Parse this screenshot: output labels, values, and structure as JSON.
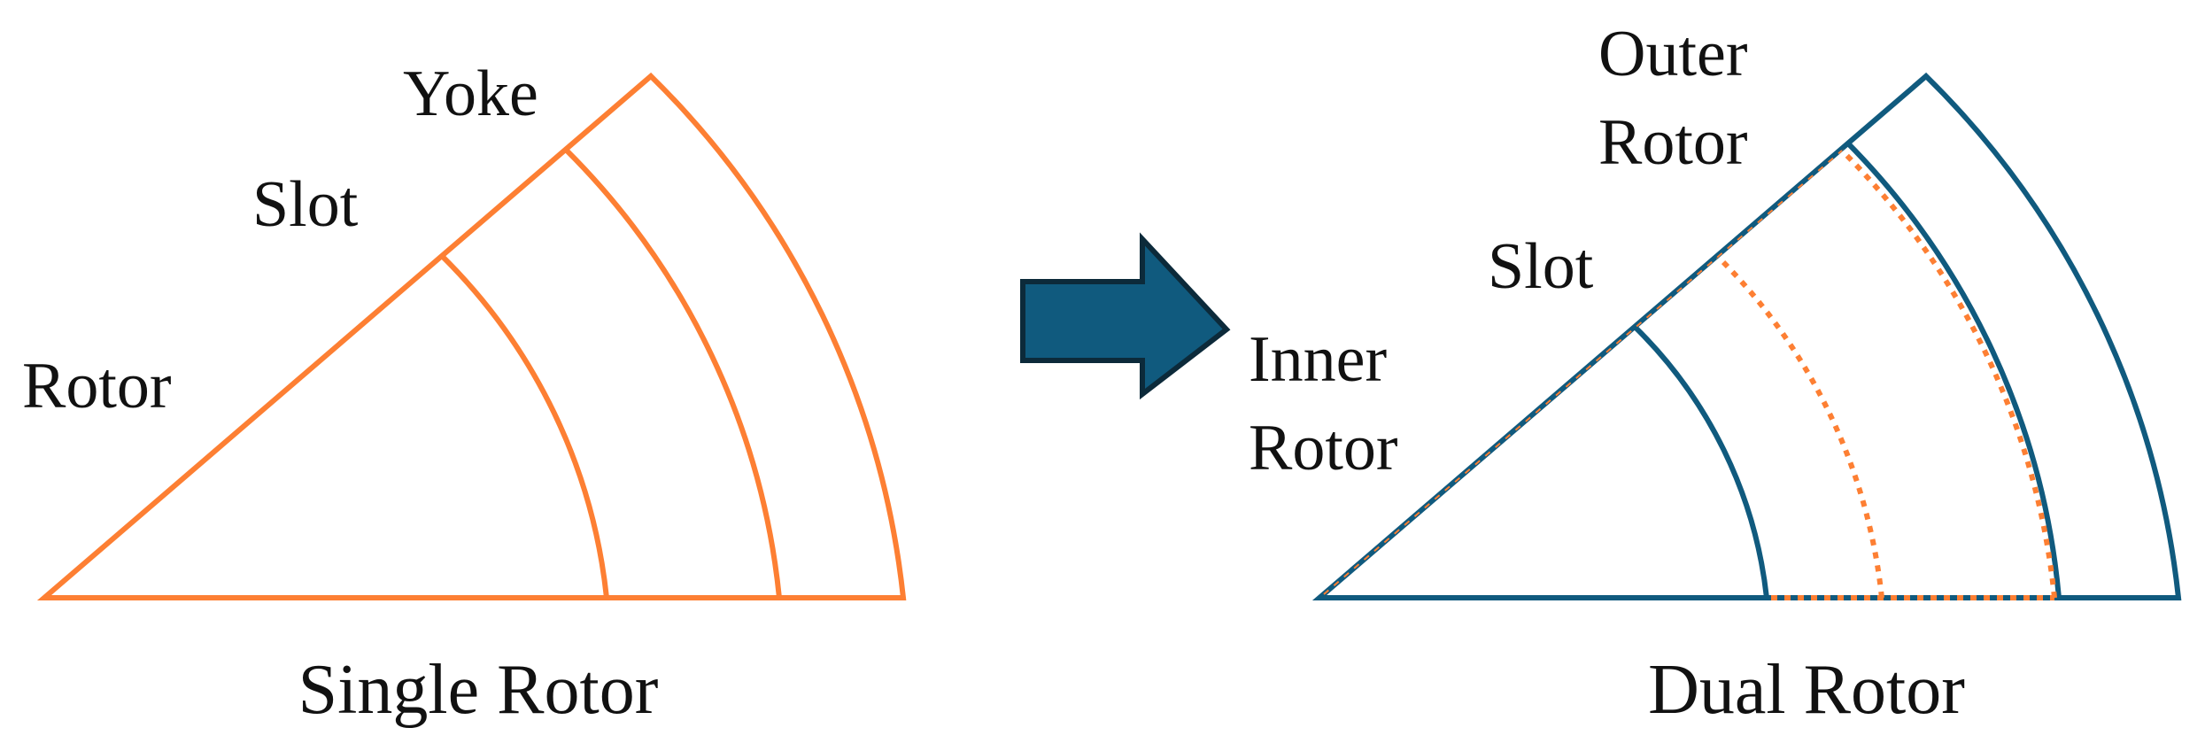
{
  "colors": {
    "single_rotor": "#fd7f33",
    "dual_rotor": "#105a7e",
    "arrow_fill": "#105a7e",
    "arrow_stroke": "#0c2a3a",
    "text": "#111111"
  },
  "left_diagram": {
    "labels": {
      "yoke": "Yoke",
      "slot": "Slot",
      "rotor": "Rotor"
    },
    "caption": "Single Rotor"
  },
  "arrow": {
    "icon": "right-arrow-icon"
  },
  "right_diagram": {
    "labels": {
      "outer_rotor_line1": "Outer",
      "outer_rotor_line2": "Rotor",
      "slot": "Slot",
      "inner_rotor_line1": "Inner",
      "inner_rotor_line2": "Rotor"
    },
    "caption": "Dual Rotor"
  }
}
